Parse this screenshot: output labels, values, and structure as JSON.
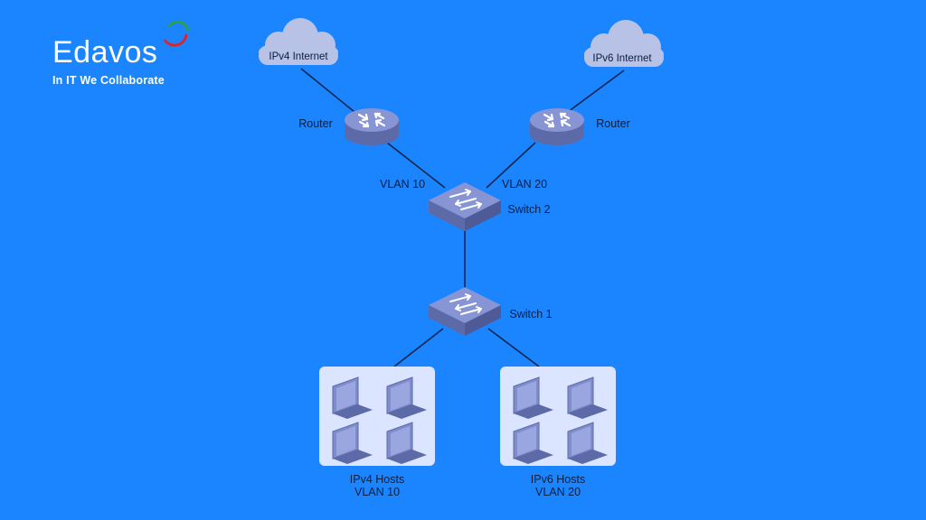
{
  "brand": {
    "name": "Edavos",
    "tagline": "In IT We Collaborate"
  },
  "nodes": {
    "ipv4_internet": "IPv4 Internet",
    "ipv6_internet": "IPv6 Internet",
    "router_left": "Router",
    "router_right": "Router",
    "switch2": "Switch 2",
    "switch1": "Switch 1",
    "vlan10_link": "VLAN 10",
    "vlan20_link": "VLAN 20",
    "ipv4_hosts": {
      "line1": "IPv4 Hosts",
      "line2": "VLAN 10"
    },
    "ipv6_hosts": {
      "line1": "IPv6 Hosts",
      "line2": "VLAN 20"
    }
  },
  "colors": {
    "background": "#1a85ff",
    "device": "#7f8dcc",
    "device_dark": "#5d6aa8",
    "cloud": "#b8c2e6",
    "panel": "#dbe5ff",
    "line": "#10254d",
    "text": "#0b1e3f"
  },
  "icons": [
    "cloud-icon",
    "router-icon",
    "switch-icon",
    "laptop-icon"
  ]
}
